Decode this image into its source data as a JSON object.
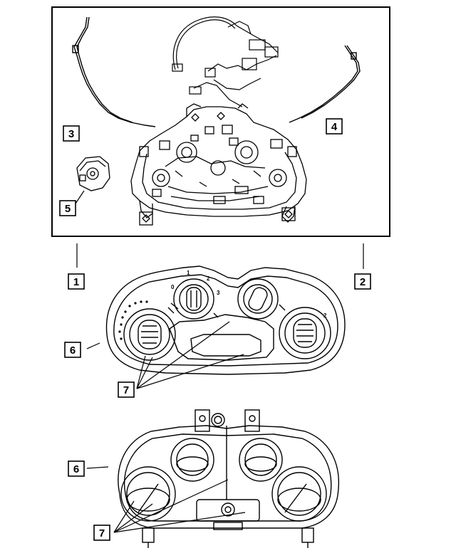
{
  "callouts": {
    "c1": "1",
    "c2": "2",
    "c3": "3",
    "c4": "4",
    "c5": "5",
    "c6_front": "6",
    "c7_front": "7",
    "c6_rear": "6",
    "c7_rear": "7"
  },
  "dial_marks": {
    "fan_zero": "0",
    "fan_one": "1",
    "fan_two": "2",
    "fan_three": "3",
    "mode_two": "2"
  },
  "colors": {
    "line": "#000000",
    "background": "#ffffff"
  }
}
